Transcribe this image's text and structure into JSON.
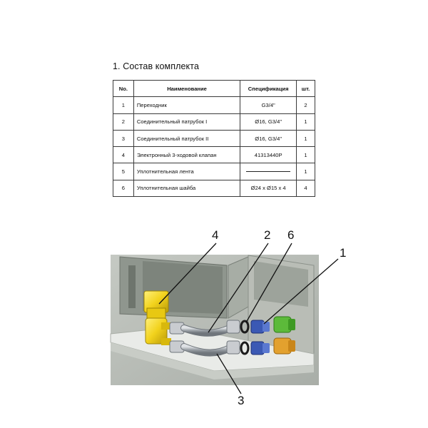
{
  "section_title": "1. Состав комплекта",
  "table": {
    "headers": [
      "No.",
      "Наименование",
      "Спецификация",
      "шт."
    ],
    "rows": [
      {
        "no": "1",
        "name": "Переходник",
        "spec": "G3/4\"",
        "qty": "2"
      },
      {
        "no": "2",
        "name": "Соединительный патрубок I",
        "spec": "Ø16, G3/4\"",
        "qty": "1"
      },
      {
        "no": "3",
        "name": "Соединительный патрубок II",
        "spec": "Ø16, G3/4\"",
        "qty": "1"
      },
      {
        "no": "4",
        "name": "Электронный 3-ходовой клапан",
        "spec": "41313440P",
        "qty": "1"
      },
      {
        "no": "5",
        "name": "Уплотнительная лента",
        "spec": "",
        "qty": "1"
      },
      {
        "no": "6",
        "name": "Уплотнительная шайба",
        "spec": "Ø24 x Ø15 x 4",
        "qty": "4"
      }
    ]
  },
  "figure": {
    "callouts": {
      "c4": "4",
      "c2": "2",
      "c6": "6",
      "c1": "1",
      "c3": "3"
    },
    "colors": {
      "background": "#b6bab4",
      "valve": "#f2d21c",
      "hose": "#9aa0a6",
      "adapter_blue": "#3b59b4",
      "fitting_green": "#5cba3a",
      "fitting_orange": "#e3a12e"
    }
  }
}
